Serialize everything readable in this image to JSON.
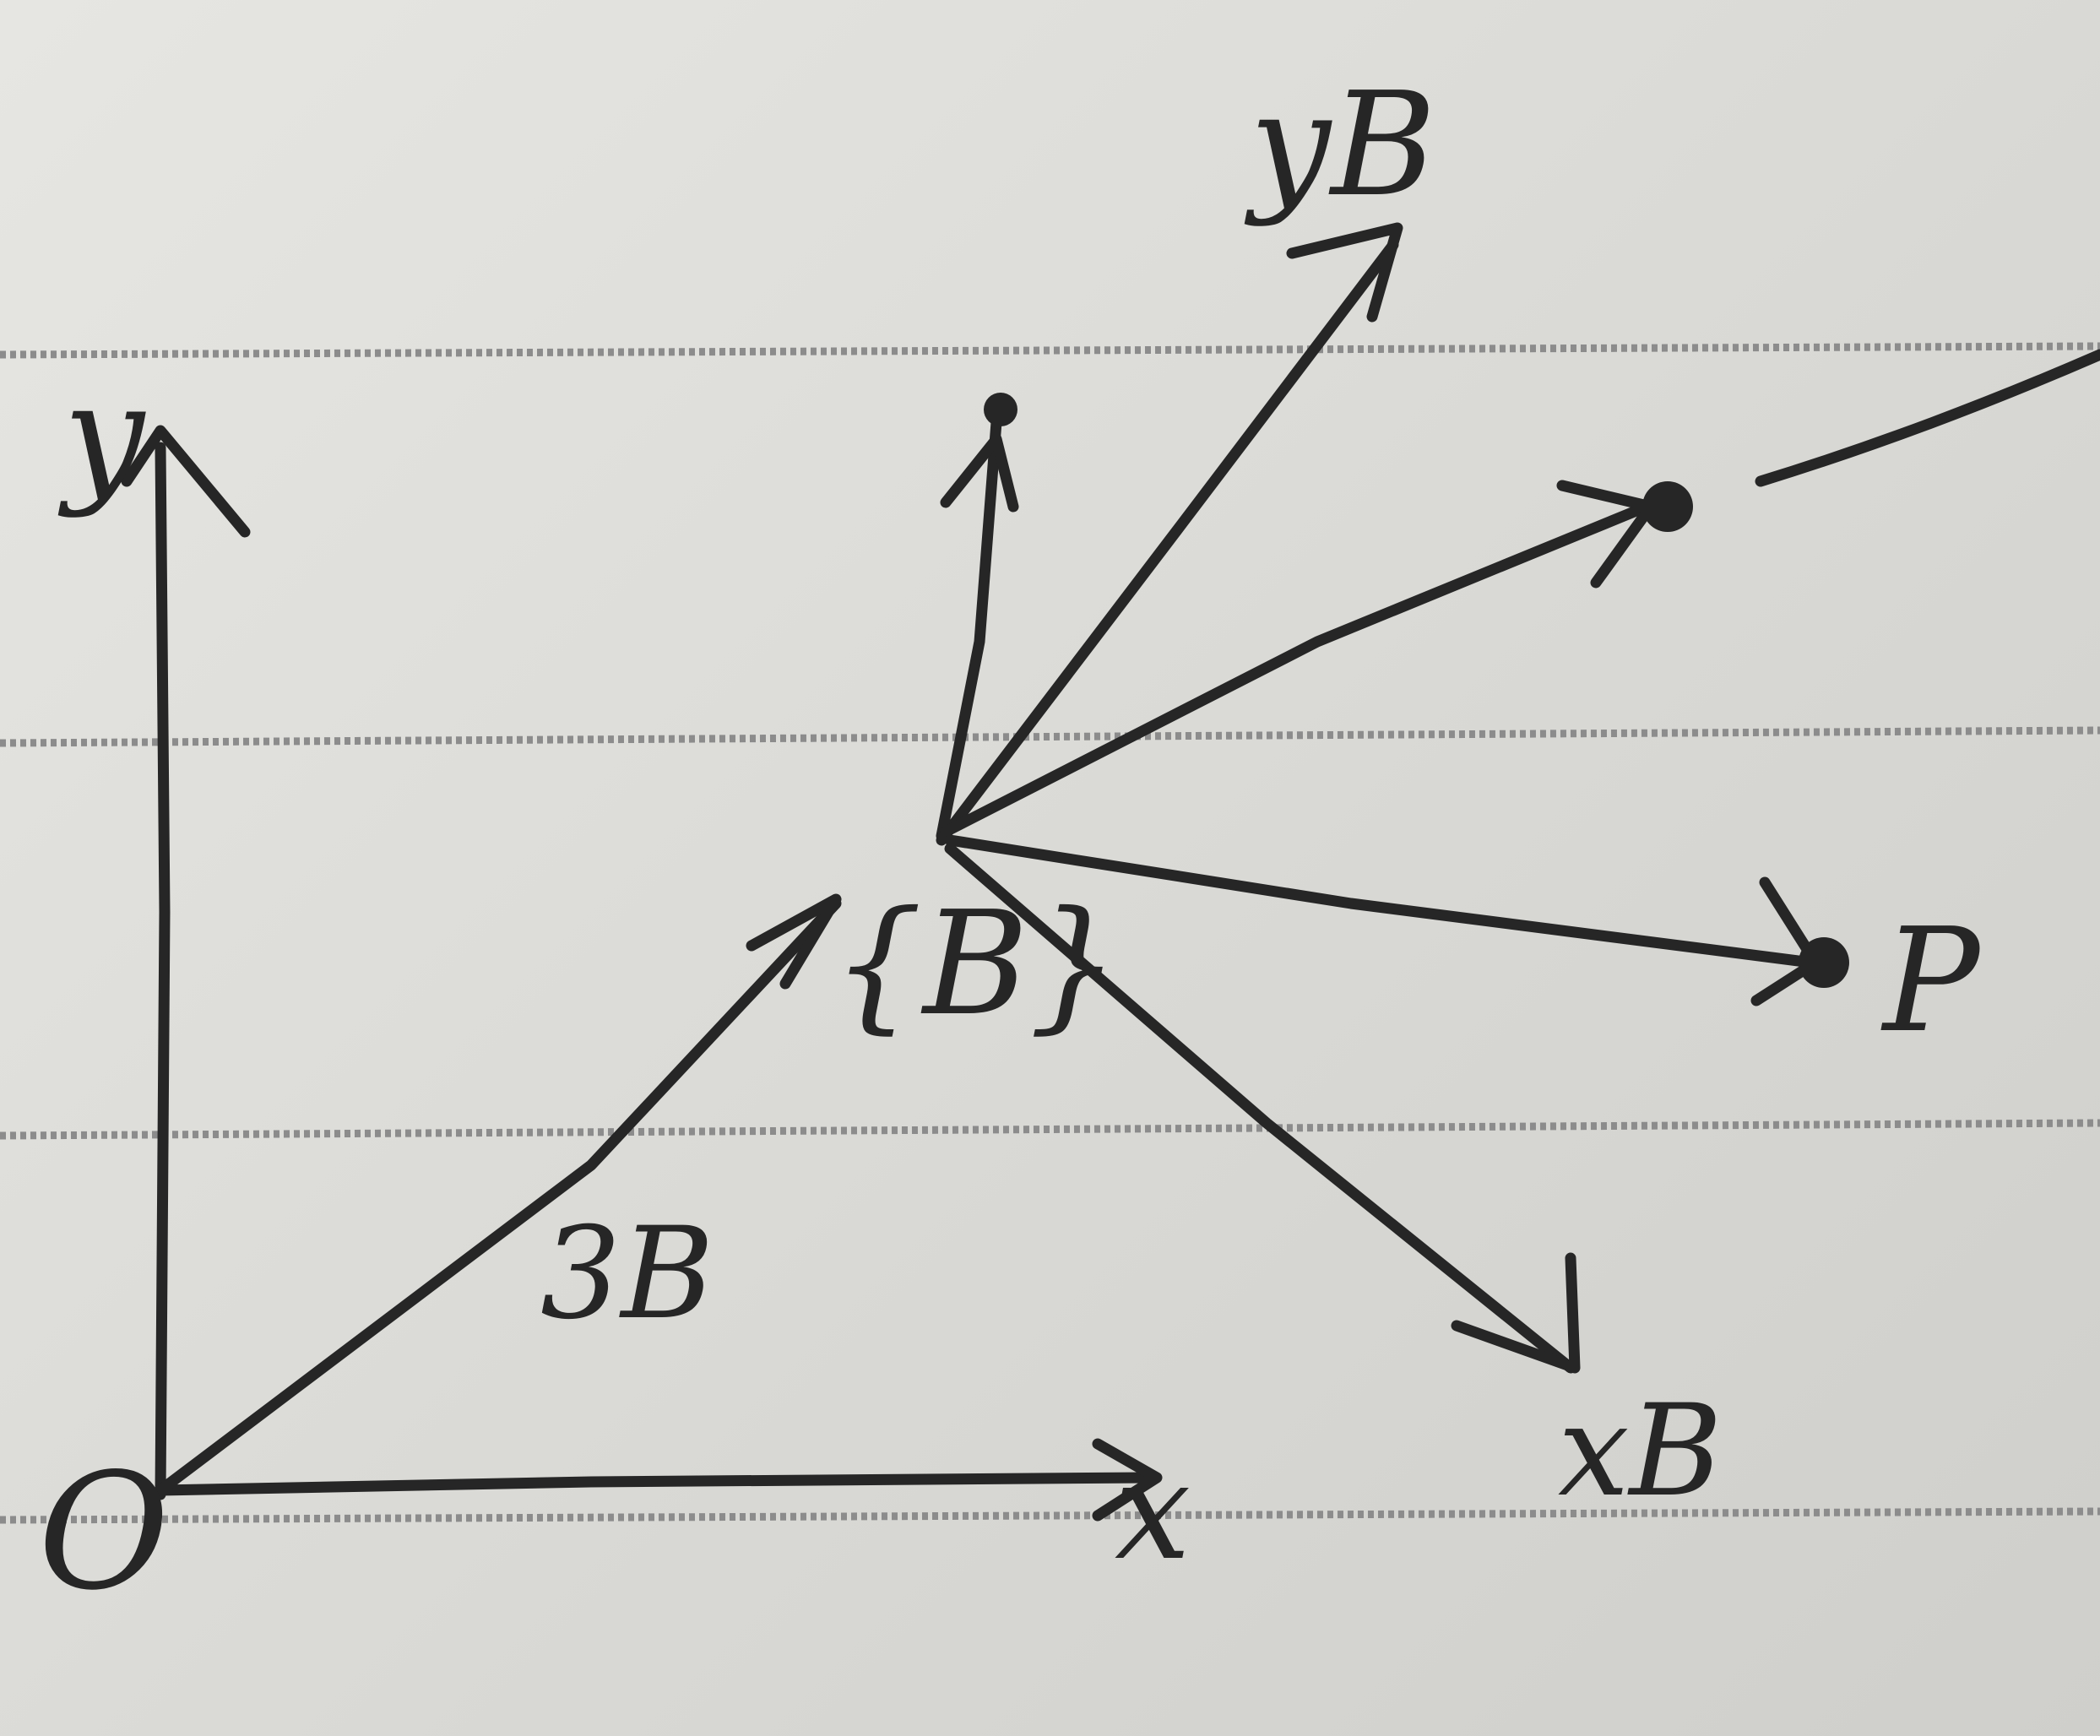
{
  "labels": {
    "y_axis": "y",
    "x_axis": "x",
    "origin": "O",
    "frame": "{B}",
    "y_b": "yB",
    "x_b": "xB",
    "point": "P",
    "offset_vector": "3B"
  },
  "colors": {
    "paper": "#dcdcd8",
    "ink": "#262626",
    "ruled_lines": "#8c8c8c"
  }
}
